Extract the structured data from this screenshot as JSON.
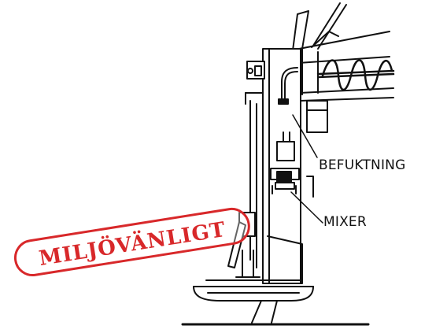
{
  "labels": {
    "befuktning": "BEFUKTNING",
    "mixer": "MIXER"
  },
  "stamp": {
    "text": "MILJÖVÄNLIGT",
    "color": "#d8282a"
  },
  "colors": {
    "line": "#111111",
    "background": "#ffffff"
  }
}
